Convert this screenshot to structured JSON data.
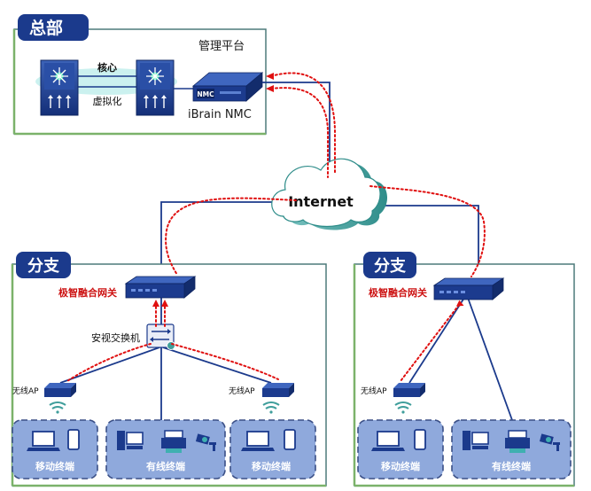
{
  "hq": {
    "title": "总部",
    "mgmt_label": "管理平台",
    "core_label": "核心",
    "virtual_label": "虚拟化",
    "nmc_badge": "NMC",
    "nmc_label": "iBrain NMC"
  },
  "internet": {
    "label": "Internet"
  },
  "branch_left": {
    "title": "分支",
    "gateway_label": "极智融合网关",
    "switch_label": "安视交换机",
    "ap1_label": "无线AP",
    "ap2_label": "无线AP",
    "group1_label": "移动终端",
    "group2_label": "有线终端",
    "group3_label": "移动终端"
  },
  "branch_right": {
    "title": "分支",
    "gateway_label": "极智融合网关",
    "ap_label": "无线AP",
    "group1_label": "移动终端",
    "group2_label": "有线终端"
  },
  "colors": {
    "navy": "#1b3a8c",
    "frame_teal": "#4d7a7a",
    "frame_green": "#7bb26a",
    "red_path": "#e01010",
    "gateway_red": "#cc1111",
    "group_fill": "#8fa9dc",
    "cloud_teal": "#3f9e9b"
  }
}
